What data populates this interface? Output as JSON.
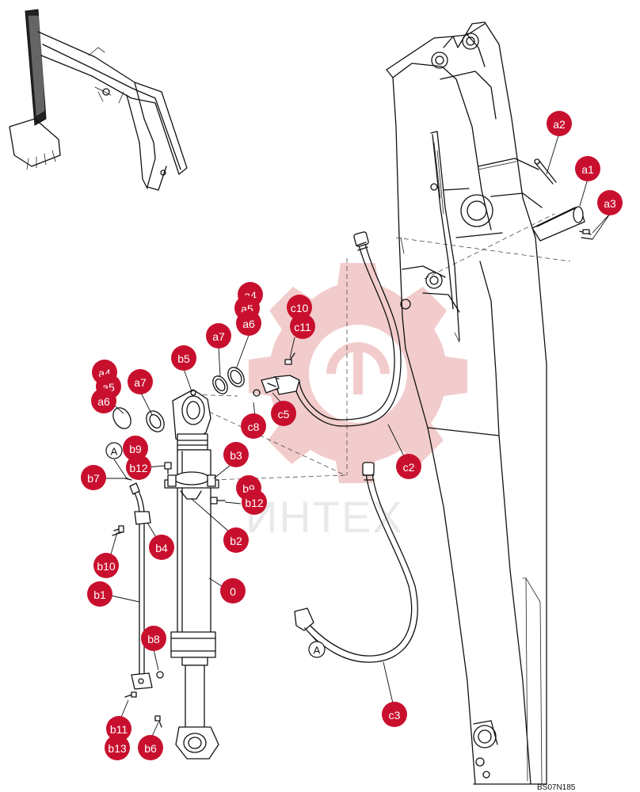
{
  "watermark": {
    "text": "ИНТЕХ",
    "color": "#e8a8a8"
  },
  "reference_code": "BS07N185",
  "accent_color": "#c8102e",
  "view_markers": [
    {
      "id": "view-a-top",
      "label": "A"
    },
    {
      "id": "view-a-bottom",
      "label": "A"
    }
  ],
  "callouts": [
    {
      "id": "a2",
      "label": "a2"
    },
    {
      "id": "a1",
      "label": "a1"
    },
    {
      "id": "a3",
      "label": "a3"
    },
    {
      "id": "a4-right",
      "label": "a4"
    },
    {
      "id": "a5-right",
      "label": "a5"
    },
    {
      "id": "a6-right",
      "label": "a6"
    },
    {
      "id": "a7-right",
      "label": "a7"
    },
    {
      "id": "c10",
      "label": "c10"
    },
    {
      "id": "c11",
      "label": "c11"
    },
    {
      "id": "a4-left",
      "label": "a4"
    },
    {
      "id": "a5-left",
      "label": "a5"
    },
    {
      "id": "a6-left",
      "label": "a6"
    },
    {
      "id": "a7-left",
      "label": "a7"
    },
    {
      "id": "b5",
      "label": "b5"
    },
    {
      "id": "c5",
      "label": "c5"
    },
    {
      "id": "c8",
      "label": "c8"
    },
    {
      "id": "b9-top",
      "label": "b9"
    },
    {
      "id": "b12-top",
      "label": "b12"
    },
    {
      "id": "b3",
      "label": "b3"
    },
    {
      "id": "b7",
      "label": "b7"
    },
    {
      "id": "b9-right",
      "label": "b9"
    },
    {
      "id": "b12-right",
      "label": "b12"
    },
    {
      "id": "c2",
      "label": "c2"
    },
    {
      "id": "b4",
      "label": "b4"
    },
    {
      "id": "b2",
      "label": "b2"
    },
    {
      "id": "b10",
      "label": "b10"
    },
    {
      "id": "b1",
      "label": "b1"
    },
    {
      "id": "0",
      "label": "0"
    },
    {
      "id": "b8",
      "label": "b8"
    },
    {
      "id": "c3",
      "label": "c3"
    },
    {
      "id": "b11",
      "label": "b11"
    },
    {
      "id": "b13",
      "label": "b13"
    },
    {
      "id": "b6",
      "label": "b6"
    }
  ]
}
